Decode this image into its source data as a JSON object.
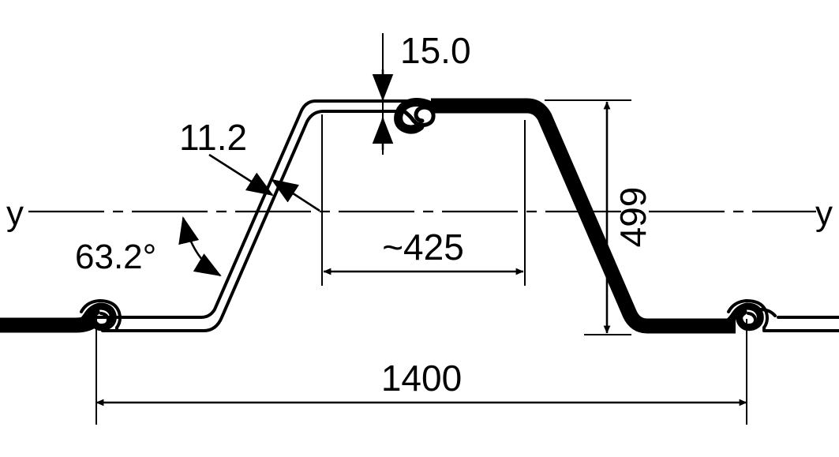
{
  "drawing": {
    "type": "technical-cross-section",
    "subject": "trapezoidal standing-seam sheet profile",
    "background_color": "#ffffff",
    "line_color": "#000000",
    "thin_line_color": "#000000",
    "units_note": "millimetres (implied, not shown)"
  },
  "axis": {
    "label_left": "y",
    "label_right": "y",
    "style": "dash-dot centerline"
  },
  "dimensions": {
    "overall_width": {
      "value": "1400",
      "label": "1400",
      "orientation": "horizontal",
      "position": "bottom"
    },
    "overall_height": {
      "value": "499",
      "label": "499",
      "orientation": "vertical-rotated",
      "position": "right"
    },
    "crown_width": {
      "value": "~425",
      "label": "~425",
      "orientation": "horizontal",
      "position": "middle"
    },
    "thickness_top": {
      "value": "15.0",
      "label": "15.0",
      "orientation": "vertical",
      "position": "top"
    },
    "web_thickness": {
      "value": "11.2",
      "label": "11.2",
      "orientation": "leader",
      "position": "upper-left"
    },
    "web_angle": {
      "value": "63.2",
      "label": "63.2°",
      "orientation": "angular",
      "position": "lower-left"
    }
  },
  "features": [
    {
      "name": "left-seam-joint",
      "label": "snap-lock seam"
    },
    {
      "name": "crown-seam-joint",
      "label": "snap-lock seam"
    },
    {
      "name": "right-seam-joint",
      "label": "snap-lock seam"
    }
  ]
}
